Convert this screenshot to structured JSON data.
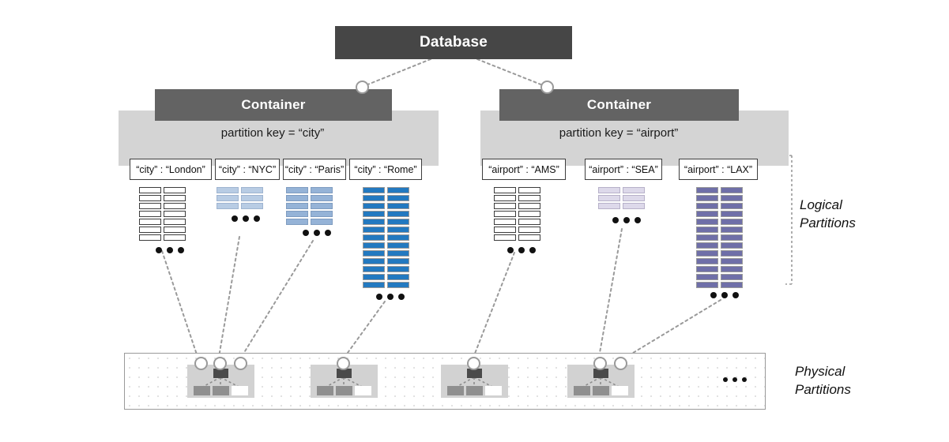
{
  "diagram": {
    "title_node": {
      "label": "Database"
    },
    "side_labels": {
      "logical": "Logical\nPartitions",
      "logical_line1": "Logical",
      "logical_line2": "Partitions",
      "physical_line1": "Physical",
      "physical_line2": "Partitions"
    },
    "ellipsis": "•••",
    "containers": [
      {
        "label": "Container",
        "partition_key_text": "partition key = “city”",
        "partition_key_name": "city",
        "logical_partitions": [
          {
            "label": "“city” : “London”",
            "value": "London",
            "rows": 7,
            "color": "#ffffff",
            "border": "#3d3d3d"
          },
          {
            "label": "“city” : “NYC”",
            "value": "NYC",
            "rows": 3,
            "color": "#b8cce4",
            "border": "#9fb4d0"
          },
          {
            "label": "“city” : “Paris”",
            "value": "Paris",
            "rows": 5,
            "color": "#95b3d7",
            "border": "#7f9cc0"
          },
          {
            "label": "“city” : “Rome”",
            "value": "Rome",
            "rows": 13,
            "color": "#2379c0",
            "border": "#9a9a9a"
          }
        ]
      },
      {
        "label": "Container",
        "partition_key_text": "partition key = “airport”",
        "partition_key_name": "airport",
        "logical_partitions": [
          {
            "label": "“airport” : “AMS”",
            "value": "AMS",
            "rows": 7,
            "color": "#ffffff",
            "border": "#3d3d3d"
          },
          {
            "label": "“airport” : “SEA”",
            "value": "SEA",
            "rows": 3,
            "color": "#ddd9ea",
            "border": "#b7b1c9"
          },
          {
            "label": "“airport” : “LAX”",
            "value": "LAX",
            "rows": 13,
            "color": "#6f6fa8",
            "border": "#9a9a9a"
          }
        ]
      }
    ],
    "physical_partitions": [
      {
        "name": "physical-partition-1"
      },
      {
        "name": "physical-partition-2"
      },
      {
        "name": "physical-partition-3"
      },
      {
        "name": "physical-partition-4"
      }
    ],
    "colors": {
      "database_fill": "#464646",
      "container_fill": "#636363",
      "container_band": "#d4d4d4",
      "connector": "#9a9a9a",
      "node_head": "#4a4a4a",
      "node_body": "#d2d2d2"
    }
  }
}
